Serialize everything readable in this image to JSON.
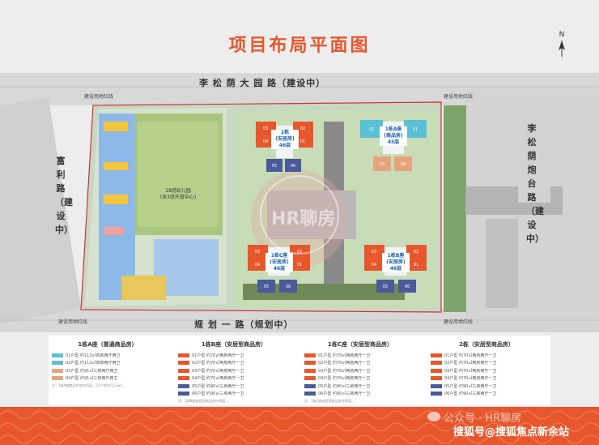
{
  "title": "项目布局平面图",
  "north_label": "N",
  "roads": {
    "top": "李 松 荫 大 园 路（建设中）",
    "left": "富利路（建设中）",
    "right": "李松荫炮台路（建设中）",
    "bottom": "规 划 一 路（规划中）"
  },
  "redlines": {
    "top_left": "建设用地红线",
    "top_right": "建设用地红线",
    "bottom_left": "建设用地红线",
    "bottom_right": "建设用地红线"
  },
  "kindergarten": "18班幼儿园\n(含3班托育中心)",
  "buildings": {
    "b2": "2栋\n(安居房)\n46层",
    "b1a": "1栋A座\n(商品房)\n45层",
    "b1c": "1栋C座\n(安居房)\n46层",
    "b1b": "1栋B座\n(安居房)\n46层"
  },
  "watermark_center": "HR聊房",
  "legend": [
    {
      "head": "1栋A座（普通商品房）",
      "rows": [
        {
          "unit": "01户型",
          "desc": "约113㎡四房两厅两卫",
          "color": "#5bbfd6"
        },
        {
          "unit": "02户型",
          "desc": "约113㎡四房两厅两卫",
          "color": "#5bbfd6"
        },
        {
          "unit": "03户型",
          "desc": "约91㎡三房两厅两卫",
          "color": "#e7a47a"
        },
        {
          "unit": "04户型",
          "desc": "约91㎡三房两厅两卫",
          "color": "#e7a47a"
        }
      ],
      "note": "注：1栋A座商品住宅共45层，01户型(约113㎡)..."
    },
    {
      "head": "1栋B座（安居型商品房）",
      "rows": [
        {
          "unit": "01户型",
          "desc": "约70㎡两房两厅一卫",
          "color": "#e8572c"
        },
        {
          "unit": "02户型",
          "desc": "约70㎡两房两厅一卫",
          "color": "#e8572c"
        },
        {
          "unit": "03户型",
          "desc": "约70㎡两房两厅一卫",
          "color": "#e8572c"
        },
        {
          "unit": "04户型",
          "desc": "约70㎡两房两厅一卫",
          "color": "#e8572c"
        },
        {
          "unit": "05户型",
          "desc": "约90㎡三房两厅一卫",
          "color": "#4a5a9a"
        },
        {
          "unit": "06户型",
          "desc": "约90㎡三房两厅一卫",
          "color": "#4a5a9a"
        }
      ],
      "note": "注：1栋B座安居型商品房共46层..."
    },
    {
      "head": "1栋C座（安居型商品房）",
      "rows": [
        {
          "unit": "01户型",
          "desc": "约70㎡两房两厅一卫",
          "color": "#e8572c"
        },
        {
          "unit": "02户型",
          "desc": "约70㎡两房两厅一卫",
          "color": "#e8572c"
        },
        {
          "unit": "03户型",
          "desc": "约70㎡两房两厅一卫",
          "color": "#e8572c"
        },
        {
          "unit": "04户型",
          "desc": "约70㎡两房两厅一卫",
          "color": "#e8572c"
        },
        {
          "unit": "05户型",
          "desc": "约90㎡三房两厅一卫",
          "color": "#4a5a9a"
        },
        {
          "unit": "06户型",
          "desc": "约90㎡三房两厅一卫",
          "color": "#4a5a9a"
        }
      ],
      "note": "注：1栋C座安居型商品房共46层..."
    },
    {
      "head": "2栋（安居型商品房）",
      "rows": [
        {
          "unit": "01户型",
          "desc": "约70㎡两房两厅一卫",
          "color": "#e8572c"
        },
        {
          "unit": "02户型",
          "desc": "约70㎡两房两厅一卫",
          "color": "#e8572c"
        },
        {
          "unit": "03户型",
          "desc": "约70㎡两房两厅一卫",
          "color": "#e8572c"
        },
        {
          "unit": "04户型",
          "desc": "约70㎡两房两厅一卫",
          "color": "#e8572c"
        },
        {
          "unit": "05户型",
          "desc": "约90㎡三房两厅一卫",
          "color": "#4a5a9a"
        },
        {
          "unit": "06户型",
          "desc": "约90㎡三房两厅一卫",
          "color": "#4a5a9a"
        }
      ],
      "note": ""
    }
  ],
  "footer": {
    "wm1": "公众号 · HR聊房",
    "wm2": "搜狐号@搜狐焦点新余站"
  },
  "colors": {
    "accent": "#e8572c",
    "navy": "#4a5a9a",
    "teal": "#5bbfd6",
    "tan": "#e7a47a"
  }
}
